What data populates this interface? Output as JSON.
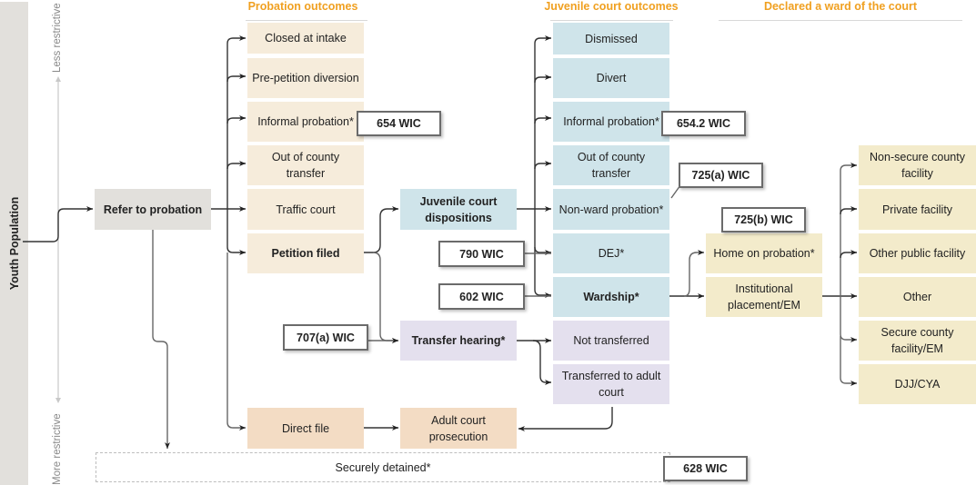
{
  "youth_population": "Youth Population",
  "axis": {
    "top_label": "Less restrictive",
    "bottom_label": "More restrictive"
  },
  "headers": {
    "probation": "Probation outcomes",
    "juvenile": "Juvenile court outcomes",
    "ward": "Declared a ward of the court"
  },
  "refer": "Refer to probation",
  "probation_outcomes": [
    "Closed at intake",
    "Pre-petition diversion",
    "Informal probation*",
    "Out of county transfer",
    "Traffic court",
    "Petition filed"
  ],
  "direct_file": "Direct file",
  "juvenile_dispositions": "Juvenile court dispositions",
  "transfer_hearing": "Transfer hearing*",
  "adult_court": "Adult court prosecution",
  "juvenile_outcomes": [
    "Dismissed",
    "Divert",
    "Informal probation*",
    "Out of county transfer",
    "Non-ward probation*",
    "DEJ*",
    "Wardship*"
  ],
  "transfer_outcomes": [
    "Not transferred",
    "Transferred to adult court"
  ],
  "wardship_outcomes": [
    "Home on probation*",
    "Institutional placement/EM"
  ],
  "placement_outcomes": [
    "Non-secure county facility",
    "Private facility",
    "Other public facility",
    "Other",
    "Secure county facility/EM",
    "DJJ/CYA"
  ],
  "securely_detained": "Securely detained*",
  "wic_labels": {
    "w654": "654 WIC",
    "w6542": "654.2 WIC",
    "w725a": "725(a) WIC",
    "w725b": "725(b) WIC",
    "w790": "790 WIC",
    "w602": "602 WIC",
    "w707a": "707(a) WIC",
    "w628": "628 WIC"
  },
  "colors": {
    "header": "#f0a020",
    "probation": "#f6ecdb",
    "juvenile": "#cfe4ea",
    "ward": "#f3ebcb",
    "transfer": "#e4e0ee",
    "adult": "#f3dcc4",
    "neutral": "#e2e0dc"
  }
}
